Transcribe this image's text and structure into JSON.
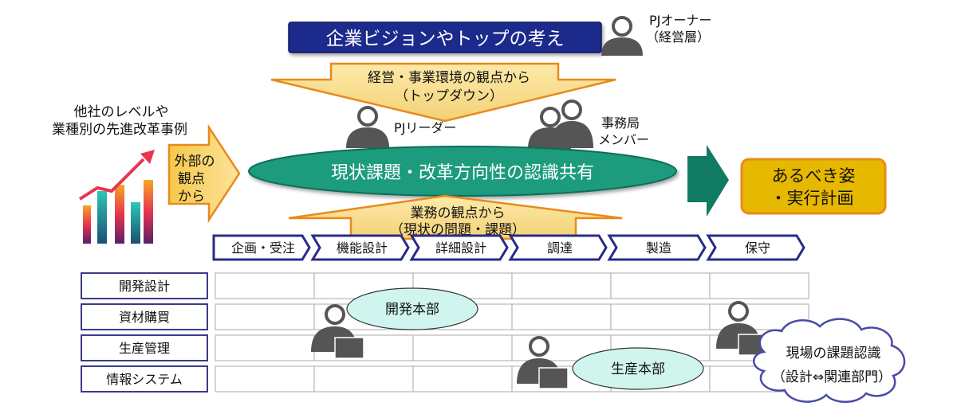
{
  "vision_box": {
    "label": "企業ビジョンやトップの考え",
    "fill": "#1f2a8c"
  },
  "owner": {
    "line1": "PJオーナー",
    "line2": "（経営層）"
  },
  "top_arrow": {
    "line1": "経営・事業環境の観点から",
    "line2": "（トップダウン）",
    "fill": "#f7df8f",
    "stroke": "#e88a1c"
  },
  "leader": {
    "label": "PJリーダー"
  },
  "office": {
    "line1": "事務局",
    "line2": "メンバー"
  },
  "others": {
    "line1": "他社のレベルや",
    "line2": "業種別の先進改革事例"
  },
  "left_arrow": {
    "line1": "外部の",
    "line2": "観点",
    "line3": "から"
  },
  "center_ellipse": {
    "label": "現状課題・改革方向性の認識共有",
    "fill": "#1a9b7d"
  },
  "goal_box": {
    "line1": "あるべき姿",
    "line2": "・実行計画",
    "fill": "#e6b800",
    "stroke": "#e88a1c"
  },
  "bottom_arrow": {
    "line1": "業務の観点から",
    "line2": "（現状の問題・課題）"
  },
  "process_steps": [
    "企画・受注",
    "機能設計",
    "詳細設計",
    "調達",
    "製造",
    "保守"
  ],
  "departments": [
    "開発設計",
    "資材購買",
    "生産管理",
    "情報システム"
  ],
  "dev_hq": {
    "label": "開発本部"
  },
  "prod_hq": {
    "label": "生産本部"
  },
  "cloud": {
    "line1": "現場の課題認識",
    "line2": "（設計⇔関連部門）"
  },
  "colors": {
    "process_border": "#2a2a8a",
    "grid": "#b8b8b8",
    "person": "#555555",
    "teal_dark": "#117a63"
  }
}
